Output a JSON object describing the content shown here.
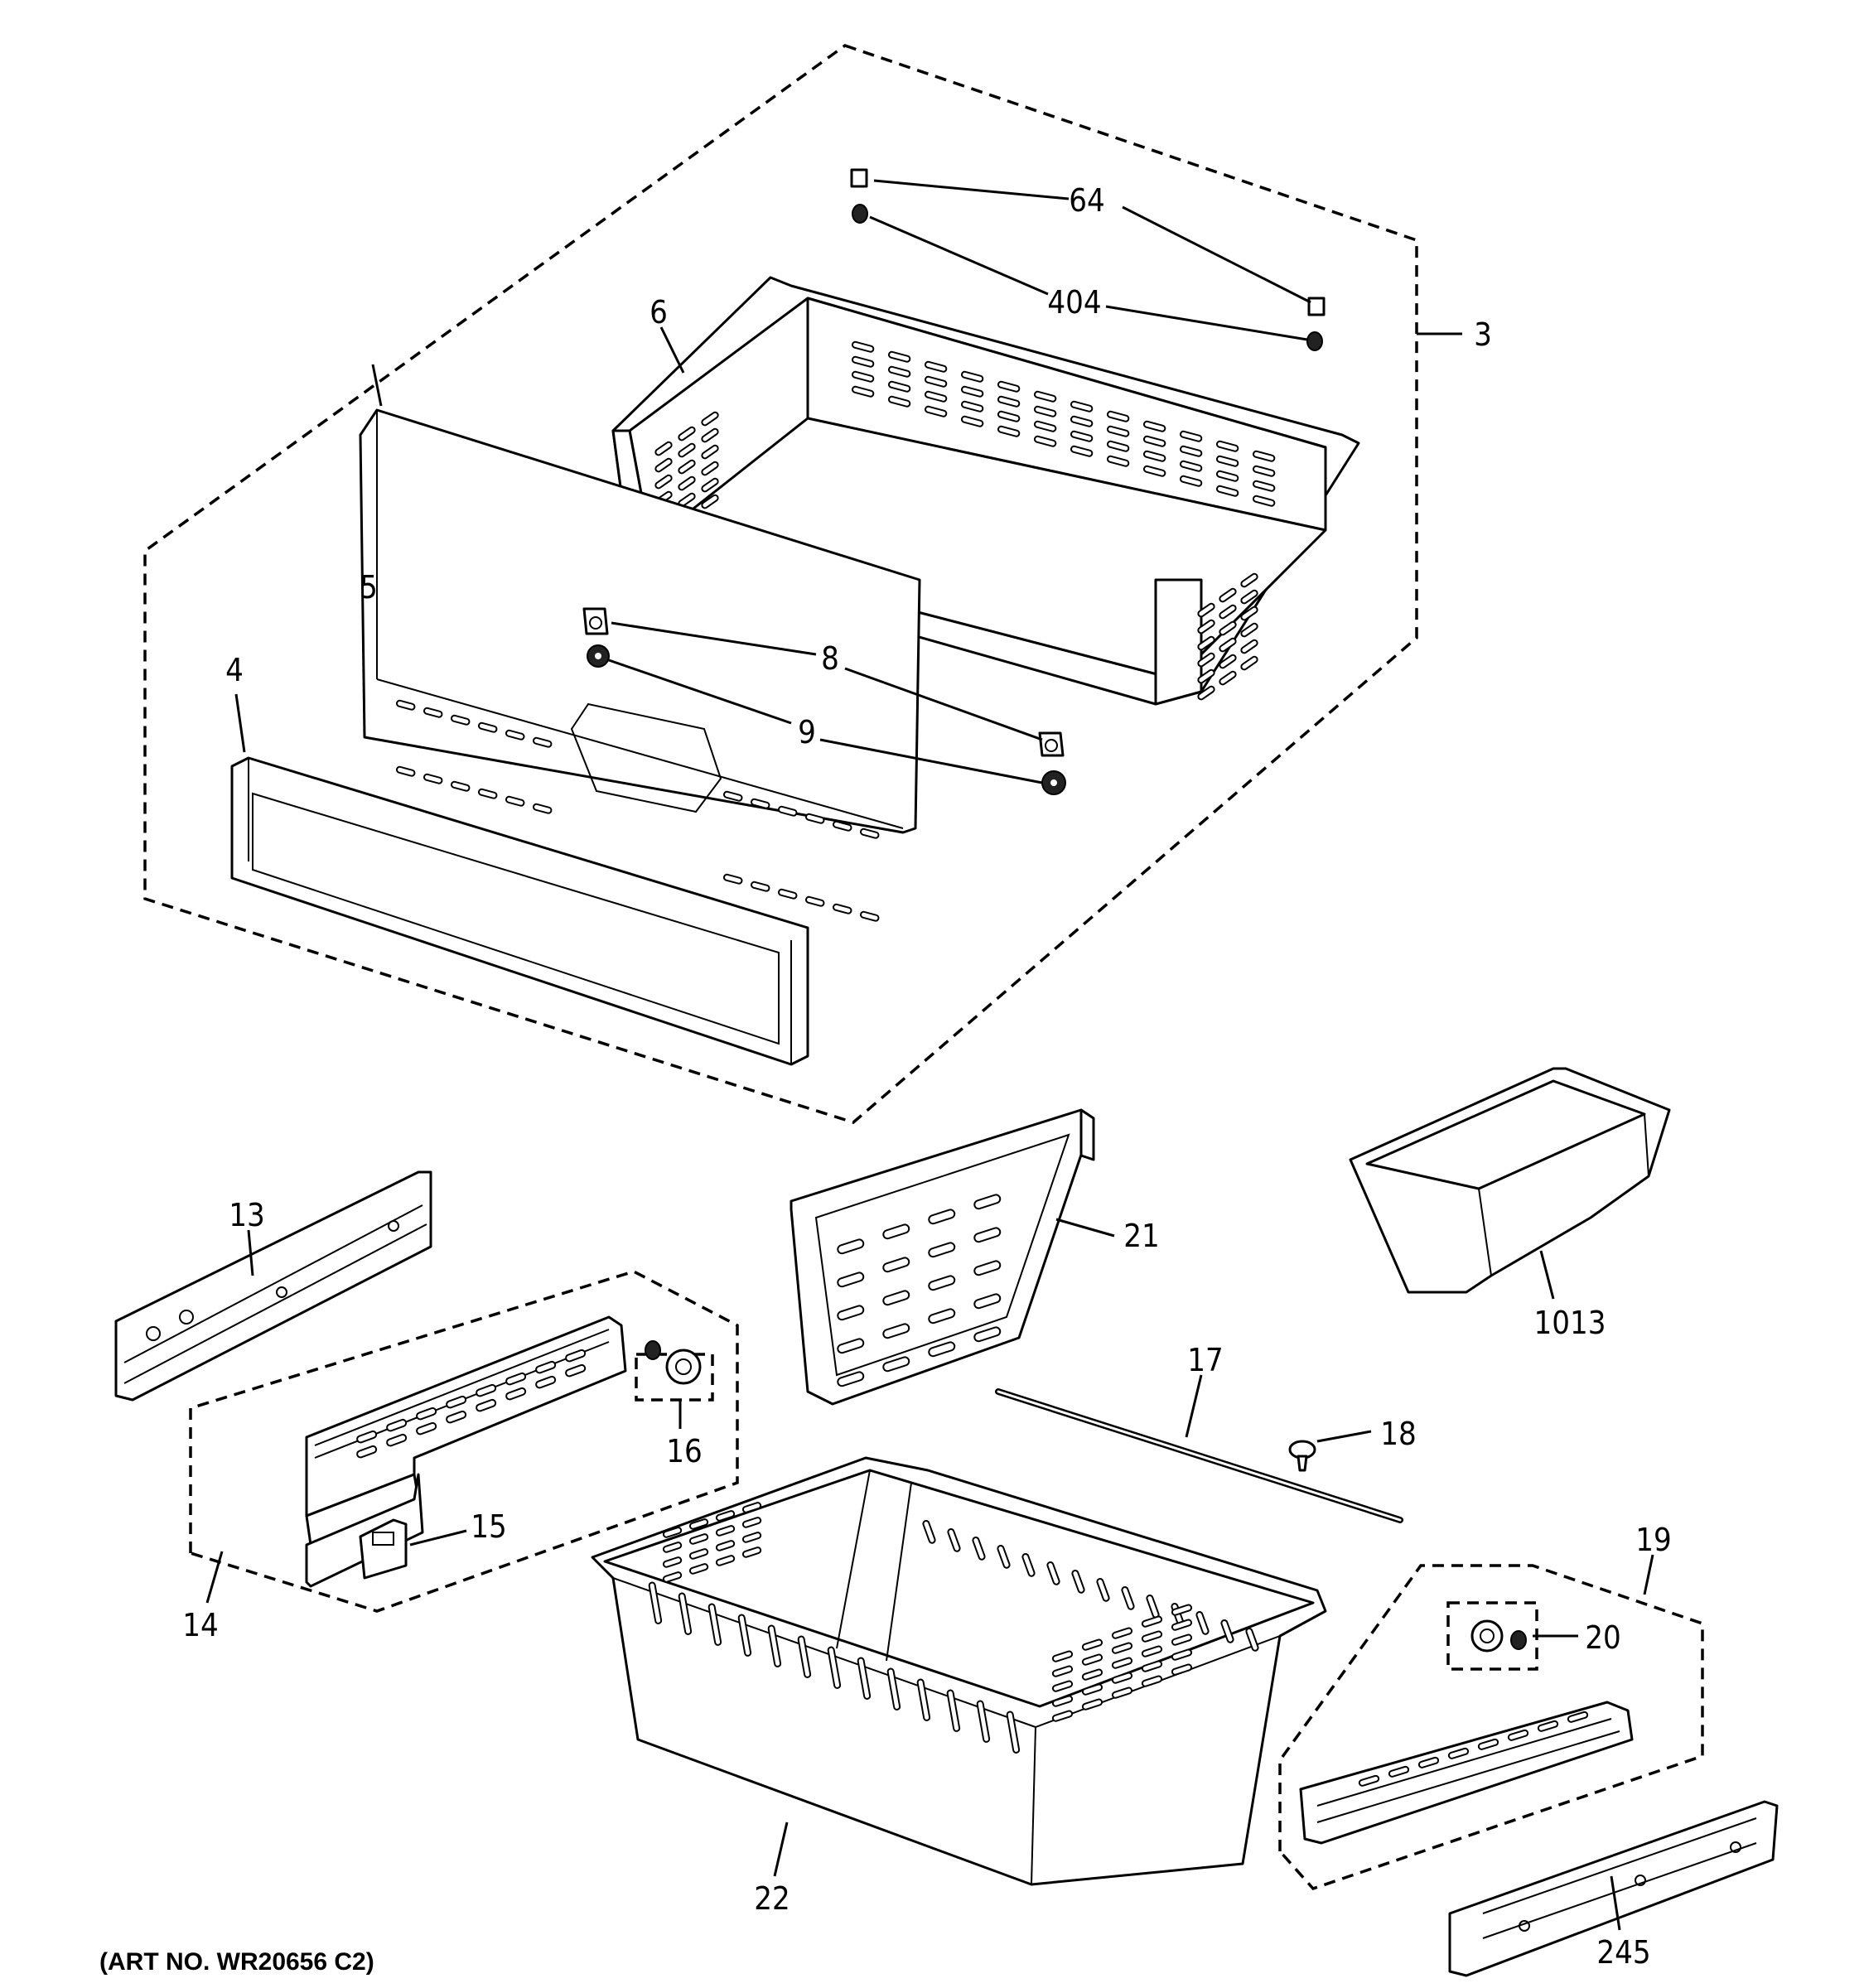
{
  "callouts": {
    "c64": "64",
    "c404": "404",
    "c3": "3",
    "c6": "6",
    "c5": "5",
    "c4": "4",
    "c8": "8",
    "c9": "9",
    "c13": "13",
    "c21": "21",
    "c1013": "1013",
    "c17": "17",
    "c18": "18",
    "c16": "16",
    "c15": "15",
    "c14": "14",
    "c19": "19",
    "c20": "20",
    "c22": "22",
    "c245": "245"
  },
  "art_number": "(ART NO. WR20656 C2)"
}
